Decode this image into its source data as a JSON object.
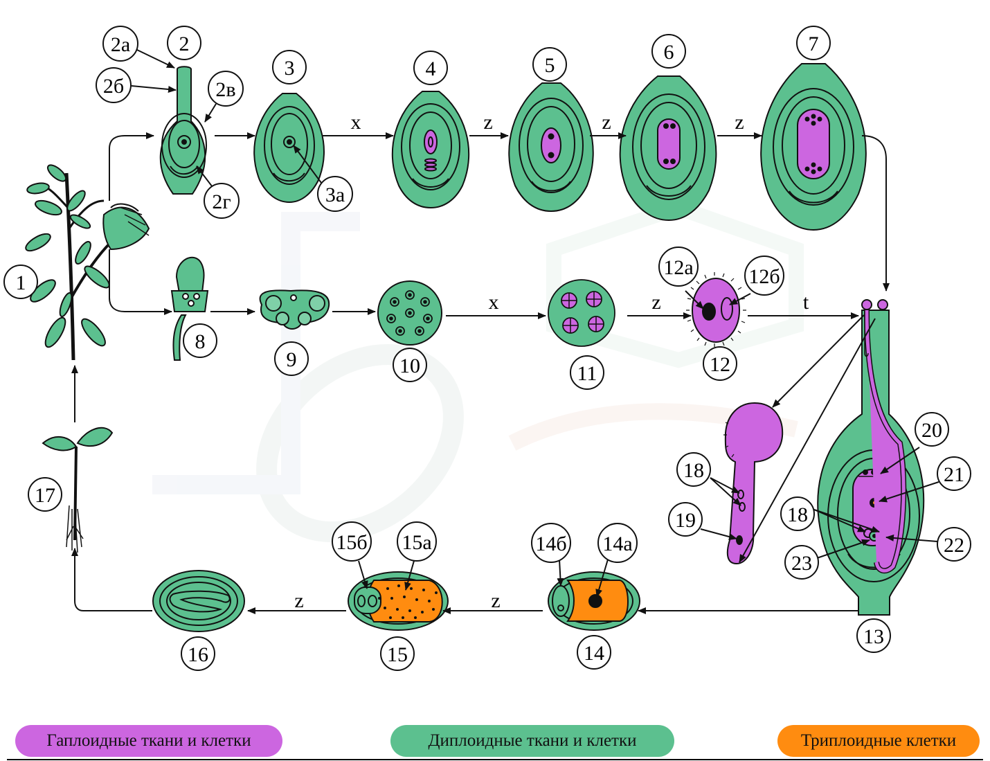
{
  "colors": {
    "diploid": "#5cc08f",
    "haploid": "#cc66e0",
    "triploid": "#ff8c10",
    "stroke": "#111111",
    "watermark": "#eef2f0"
  },
  "stages": {
    "s1": "1",
    "s2": "2",
    "s2a": "2а",
    "s2b": "2б",
    "s2v": "2в",
    "s2g": "2г",
    "s3": "3",
    "s3a": "3а",
    "s4": "4",
    "s5": "5",
    "s6": "6",
    "s7": "7",
    "s8": "8",
    "s9": "9",
    "s10": "10",
    "s11": "11",
    "s12": "12",
    "s12a": "12а",
    "s12b": "12б",
    "s13": "13",
    "s14": "14",
    "s14a": "14а",
    "s14b": "14б",
    "s15": "15",
    "s15a": "15а",
    "s15b": "15б",
    "s16": "16",
    "s17": "17",
    "s18": "18",
    "s18b": "18",
    "s19": "19",
    "s20": "20",
    "s21": "21",
    "s22": "22",
    "s23": "23"
  },
  "edges": {
    "x1": "x",
    "z1": "z",
    "z2": "z",
    "z3": "z",
    "x2": "x",
    "z4": "z",
    "t": "t",
    "z5": "z",
    "z6": "z"
  },
  "legend": {
    "haploid": "Гаплоидные ткани и клетки",
    "diploid": "Диплоидные ткани и клетки",
    "triploid": "Триплоидные клетки"
  }
}
